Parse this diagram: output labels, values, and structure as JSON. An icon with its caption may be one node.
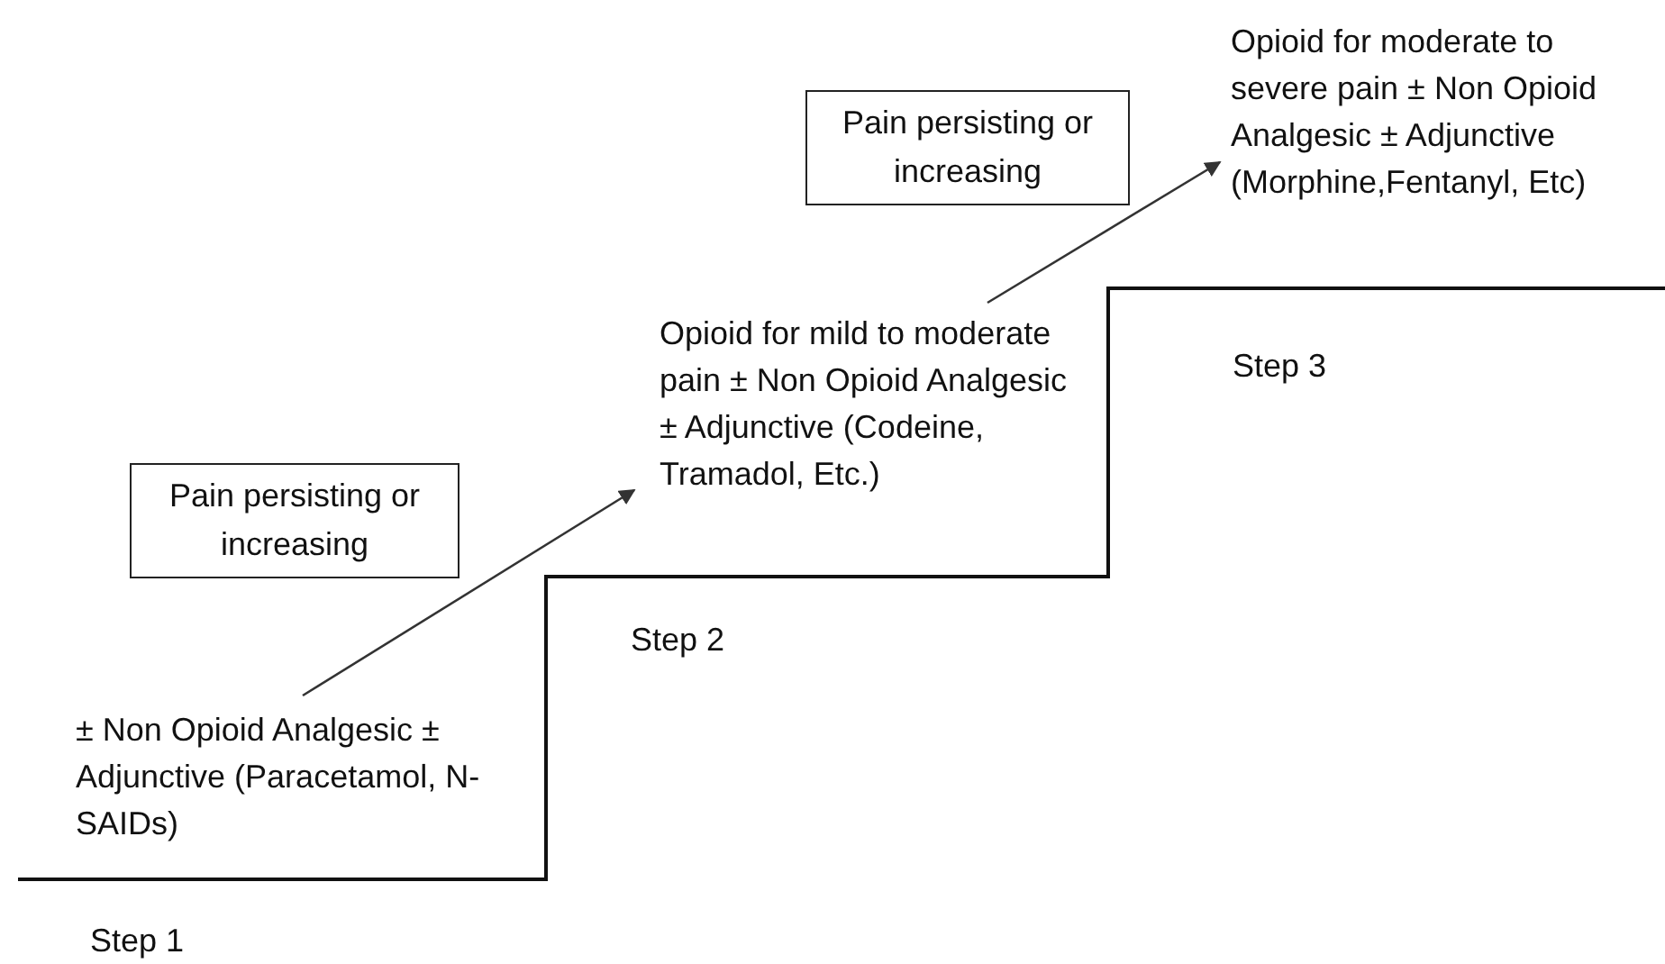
{
  "diagram": {
    "nodes": [
      {
        "text": [
          "± Non Opioid Analgesic ± Adjunctive (Paracetamol, N-SAIDs)"
        ]
      },
      {
        "text": [
          "Pain persisting or increasing"
        ]
      },
      {
        "text": [
          "Opioid for mild to moderate pain ± Non Opioid Analgesic ± Adjunctive (Codeine, Tramadol, Etc.)"
        ]
      },
      {
        "text": [
          "Pain persisting or increasing"
        ]
      },
      {
        "text": [
          "Opioid for moderate to severe pain ± Non Opioid Analgesic ± Adjunctive (Morphine,Fentanyl, Etc)"
        ]
      }
    ],
    "edges": [
      {
        "from": 0,
        "to": 2,
        "arrow": "to"
      },
      {
        "from": 2,
        "to": 4,
        "arrow": "to"
      }
    ],
    "labels": [
      "Step 3",
      "Step 2",
      "Step 1"
    ]
  }
}
